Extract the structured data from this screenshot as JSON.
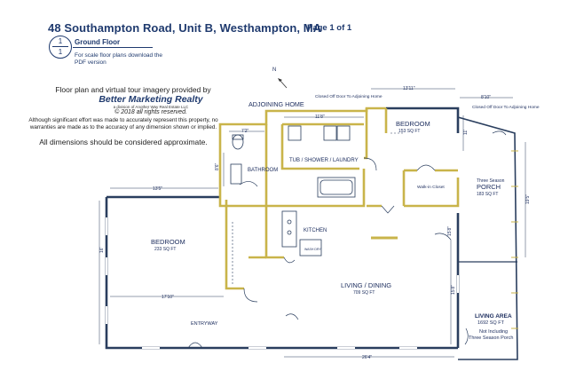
{
  "header": {
    "address": "48 Southampton Road, Unit B, Westhampton, MA",
    "page": "Page 1 of 1"
  },
  "floor_badge": {
    "top": "1",
    "bottom": "1"
  },
  "floor_name": "Ground Floor",
  "scale_note": "For scale floor plans download the PDF version",
  "credit": {
    "line1": "Floor plan and virtual tour imagery provided by",
    "brand": "Better Marketing Realty",
    "brand_sub": "a division of Another Way Real Estate LLC",
    "copyright": "© 2018 all rights reserved."
  },
  "disclaimer": "Although significant effort was made to accurately represent this property, no warranties are made as to the accuracy of any dimension shown or implied.",
  "disclaimer_big": "All dimensions should be considered approximate.",
  "compass": "N",
  "rooms": {
    "adjoining_home": "ADJOINING HOME",
    "closed_door_1": "Closed Off Door To Adjoining Home",
    "closed_door_2": "Closed Off Door To Adjoining Home",
    "bedroom_1_name": "BEDROOM",
    "bedroom_1_area": "153 SQ FT",
    "bedroom_2_name": "BEDROOM",
    "bedroom_2_area": "233 SQ FT",
    "tub": "TUB / SHOWER / LAUNDRY",
    "bathroom": "BATHROOM",
    "walkin": "Walk-in Closet",
    "kitchen": "KITCHEN",
    "porch_name": "PORCH",
    "porch_label": "Three Season",
    "porch_area": "183 SQ FT",
    "living_name": "LIVING / DINING",
    "living_area": "709 SQ FT",
    "entryway": "ENTRYWAY",
    "living_area_title": "LIVING AREA",
    "living_area_total": "1692 SQ FT",
    "not_including": "Not Including",
    "three_season_porch": "Three Season Porch",
    "washer": "WASH DRY"
  },
  "dimensions": {
    "d1": "13'11\"",
    "d2": "8'10\"",
    "d3": "11'8\"",
    "d4": "7'2\"",
    "d5": "8'6\"",
    "d6": "11'",
    "d7": "19'5\"",
    "d8": "13'5\"",
    "d9": "16'",
    "d10": "17'10\"",
    "d11": "15'8\"",
    "d12": "15'8\"",
    "d13": "26'4\""
  },
  "colors": {
    "wall": "#2a3e5e",
    "wall_accent": "#c9b44a",
    "header": "#1f3a6e"
  }
}
